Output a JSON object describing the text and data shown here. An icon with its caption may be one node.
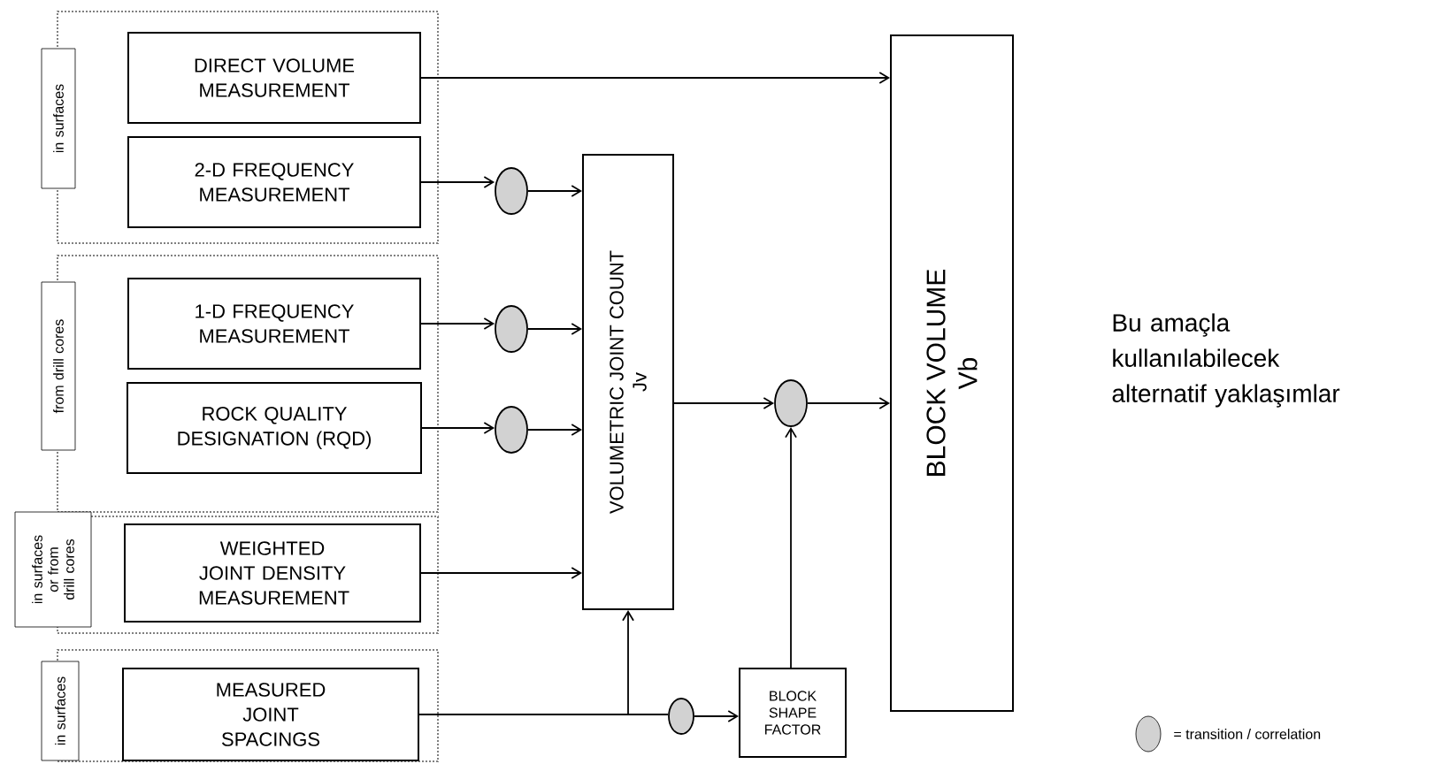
{
  "diagram": {
    "nodes": [
      {
        "text": [
          "in surfaces"
        ]
      },
      {
        "text": [
          "DIRECT VOLUME MEASUREMENT"
        ],
        "in": 0
      },
      {
        "text": [
          "2-D FREQUENCY MEASUREMENT"
        ],
        "in": 0
      },
      {
        "text": [
          "from drill cores"
        ]
      },
      {
        "text": [
          "1-D FREQUENCY MEASUREMENT"
        ],
        "in": 3
      },
      {
        "text": [
          "ROCK QUALITY DESIGNATION (RQD)"
        ],
        "in": 3
      },
      {
        "text": [
          "in surfaces or from drill cores"
        ]
      },
      {
        "text": [
          "WEIGHTED JOINT DENSITY MEASUREMENT"
        ],
        "in": 6
      },
      {
        "text": [
          "in surfaces"
        ]
      },
      {
        "text": [
          "MEASURED JOINT SPACINGS"
        ],
        "in": 8
      },
      {
        "text": [],
        "shape": "ellipse"
      },
      {
        "text": [],
        "shape": "ellipse"
      },
      {
        "text": [],
        "shape": "ellipse"
      },
      {
        "text": [
          "VOLUMETRIC JOINT COUNT",
          "Jv"
        ]
      },
      {
        "text": [],
        "shape": "ellipse"
      },
      {
        "text": [],
        "shape": "ellipse"
      },
      {
        "text": [
          "BLOCK SHAPE FACTOR"
        ]
      },
      {
        "text": [
          "BLOCK VOLUME",
          "Vb"
        ]
      }
    ],
    "edges": [
      {
        "from": 1,
        "to": 17,
        "arrow": "to"
      },
      {
        "from": 2,
        "to": 10,
        "arrow": "to"
      },
      {
        "from": 10,
        "to": 13,
        "arrow": "to"
      },
      {
        "from": 4,
        "to": 11,
        "arrow": "to"
      },
      {
        "from": 11,
        "to": 13,
        "arrow": "to"
      },
      {
        "from": 5,
        "to": 12,
        "arrow": "to"
      },
      {
        "from": 12,
        "to": 13,
        "arrow": "to"
      },
      {
        "from": 7,
        "to": 13,
        "arrow": "to"
      },
      {
        "from": 9,
        "to": 13,
        "arrow": "to"
      },
      {
        "from": 9,
        "to": 15,
        "arrow": "none"
      },
      {
        "from": 15,
        "to": 16,
        "arrow": "to"
      },
      {
        "from": 13,
        "to": 14,
        "arrow": "to"
      },
      {
        "from": 16,
        "to": 14,
        "arrow": "to"
      },
      {
        "from": 14,
        "to": 17,
        "arrow": "to"
      }
    ],
    "labels": [
      "Bu amaçla kullanılabilecek alternatif yaklaşımlar"
    ],
    "legend": [
      {
        "text": "= transition / correlation"
      }
    ]
  }
}
